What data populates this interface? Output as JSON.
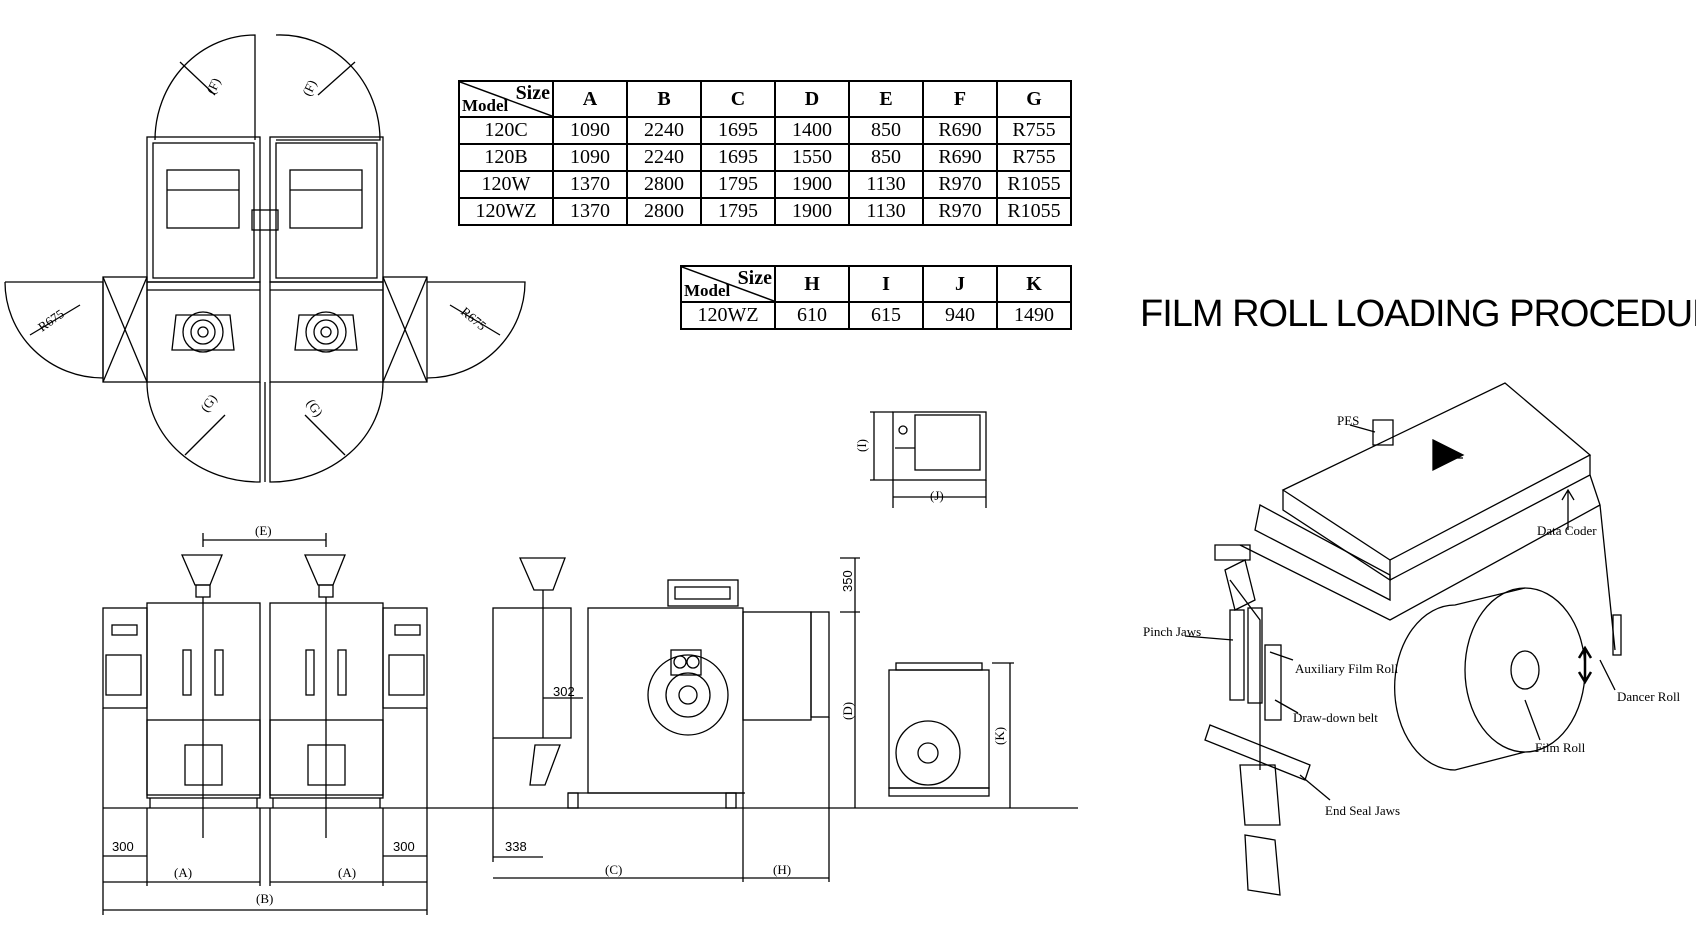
{
  "table1": {
    "corner_size": "Size",
    "corner_model": "Model",
    "columns": [
      "A",
      "B",
      "C",
      "D",
      "E",
      "F",
      "G"
    ],
    "rows": [
      {
        "model": "120C",
        "values": [
          "1090",
          "2240",
          "1695",
          "1400",
          "850",
          "R690",
          "R755"
        ]
      },
      {
        "model": "120B",
        "values": [
          "1090",
          "2240",
          "1695",
          "1550",
          "850",
          "R690",
          "R755"
        ]
      },
      {
        "model": "120W",
        "values": [
          "1370",
          "2800",
          "1795",
          "1900",
          "1130",
          "R970",
          "R1055"
        ]
      },
      {
        "model": "120WZ",
        "values": [
          "1370",
          "2800",
          "1795",
          "1900",
          "1130",
          "R970",
          "R1055"
        ]
      }
    ]
  },
  "table2": {
    "corner_size": "Size",
    "corner_model": "Model",
    "columns": [
      "H",
      "I",
      "J",
      "K"
    ],
    "rows": [
      {
        "model": "120WZ",
        "values": [
          "610",
          "615",
          "940",
          "1490"
        ]
      }
    ]
  },
  "procedure": {
    "title": "FILM ROLL LOADING PROCEDURE",
    "labels": {
      "pes": "PES",
      "data_coder": "Data Coder",
      "pinch_jaws": "Pinch Jaws",
      "auxiliary_film_roll": "Auxiliary Film Roll",
      "draw_down_belt": "Draw-down belt",
      "dancer_roll": "Dancer Roll",
      "film_roll": "Film Roll",
      "end_seal_jaws": "End Seal Jaws"
    }
  },
  "dims": {
    "f_left": "(F)",
    "f_right": "(F)",
    "g_left": "(G)",
    "g_right": "(G)",
    "r_left": "R675",
    "r_right": "R675",
    "e": "(E)",
    "a_left": "(A)",
    "a_right": "(A)",
    "b": "(B)",
    "d300_left": "300",
    "d300_right": "300",
    "d338": "338",
    "d302": "302",
    "d350": "350",
    "c": "(C)",
    "h": "(H)",
    "d": "(D)",
    "i": "(I)",
    "j": "(J)",
    "k": "(K)"
  }
}
